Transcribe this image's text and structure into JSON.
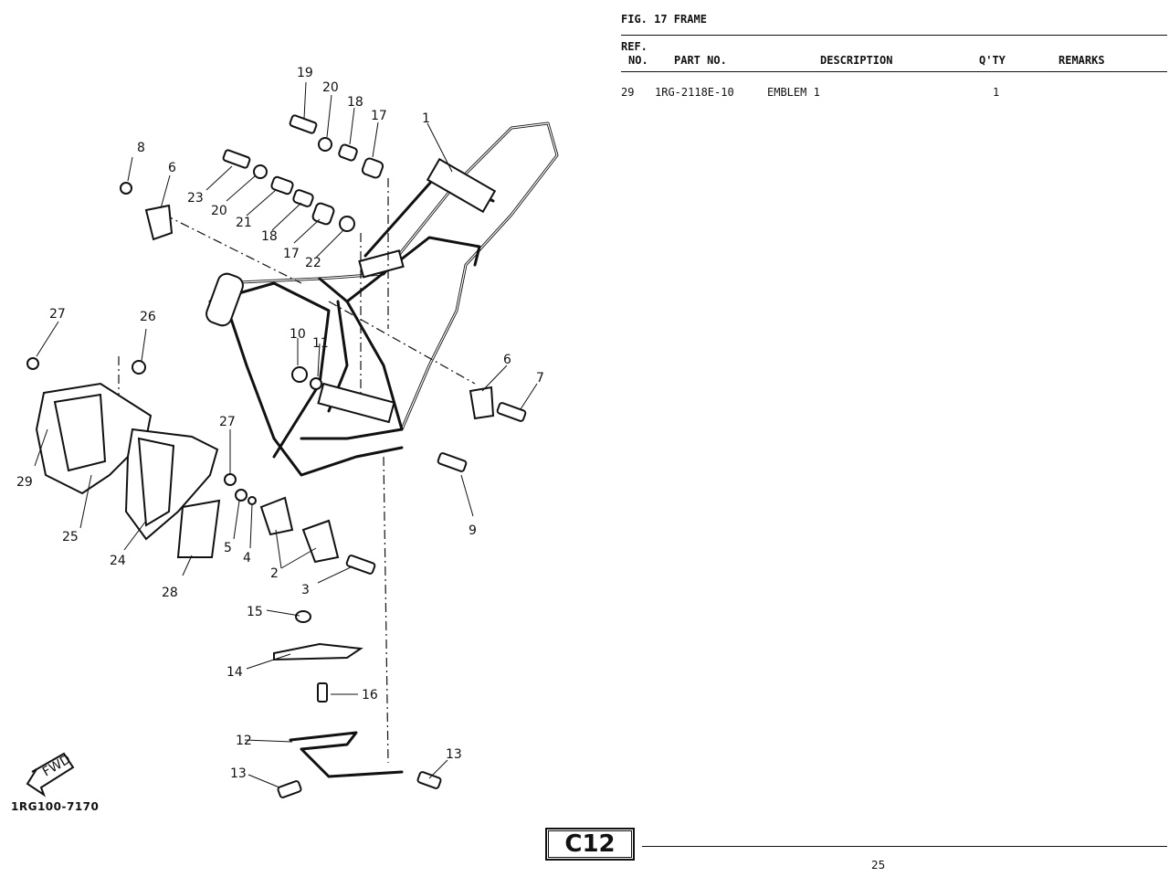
{
  "figure": {
    "title": "FIG. 17  FRAME",
    "diagram_code": "1RG100-7170",
    "fwd_label": "FWD",
    "callouts": [
      "1",
      "2",
      "3",
      "4",
      "5",
      "6",
      "6",
      "7",
      "8",
      "9",
      "10",
      "11",
      "12",
      "13",
      "13",
      "14",
      "15",
      "16",
      "17",
      "17",
      "18",
      "18",
      "19",
      "20",
      "20",
      "21",
      "22",
      "23",
      "24",
      "25",
      "26",
      "27",
      "27",
      "28",
      "29"
    ]
  },
  "table": {
    "headers": {
      "ref_no_line1": "REF.",
      "ref_no_line2": "NO.",
      "part_no": "PART NO.",
      "description": "DESCRIPTION",
      "qty": "Q'TY",
      "remarks": "REMARKS"
    },
    "rows": [
      {
        "ref": "29",
        "part_no": "1RG-2118E-10",
        "description": "EMBLEM 1",
        "qty": "1",
        "remarks": ""
      }
    ]
  },
  "footer": {
    "section_label": "C12",
    "page_number": "25"
  }
}
